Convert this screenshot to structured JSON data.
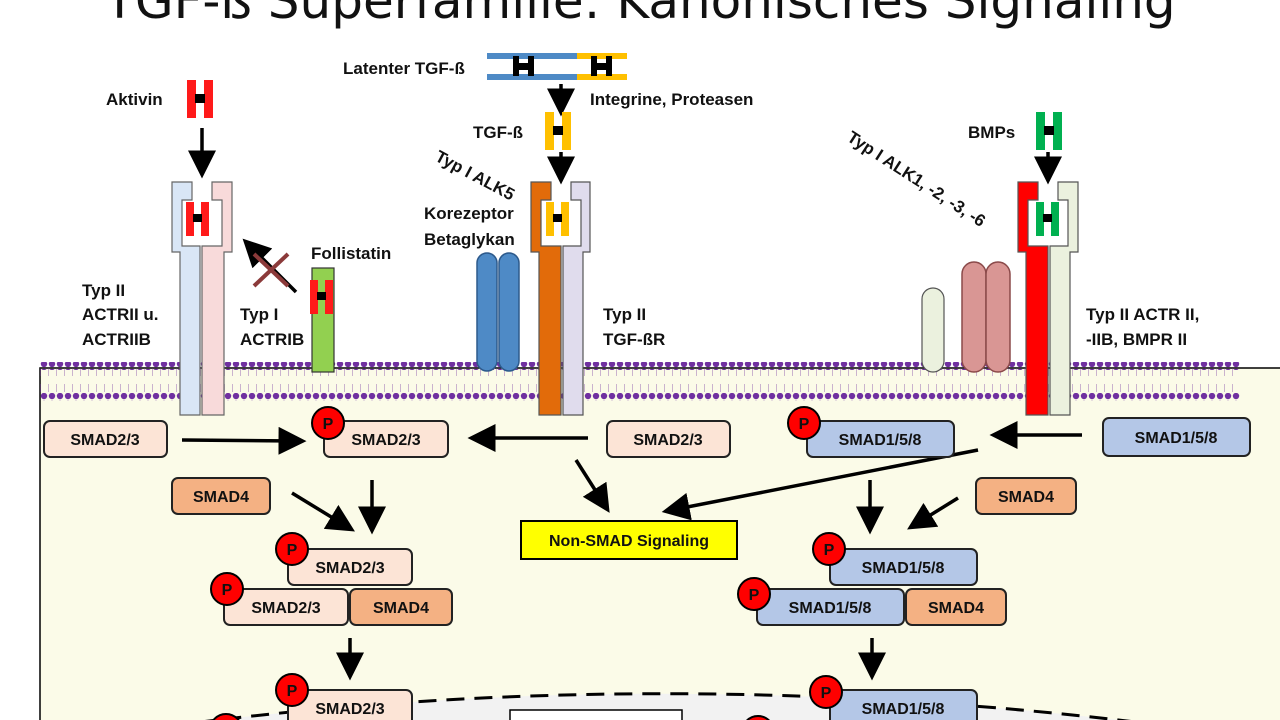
{
  "title": "TGF-ß Superfamilie: Kanonisches Signaling",
  "labels": {
    "latent_tgfb": "Latenter TGF-ß",
    "integrins": "Integrine, Proteasen",
    "tgfb": "TGF-ß",
    "activin": "Aktivin",
    "bmps": "BMPs",
    "follistatin": "Follistatin",
    "typ1_alk5": "Typ I ALK5",
    "typ1_alk_bmp": "Typ I ALK1, -2, -3, -6",
    "korezeptor": "Korezeptor",
    "betaglykan": "Betaglykan",
    "typ2_act_1": "Typ II",
    "typ2_act_2": "ACTRII u.",
    "typ2_act_3": "ACTRIIB",
    "typ1_act_1": "Typ I",
    "typ1_act_2": "ACTRIB",
    "typ2_tgf_1": "Typ II",
    "typ2_tgf_2": "TGF-ßR",
    "typ2_bmp_1": "Typ II ACTR II,",
    "typ2_bmp_2": "-IIB, BMPR II"
  },
  "smads": {
    "smad23": "SMAD2/3",
    "smad4": "SMAD4",
    "smad158": "SMAD1/5/8"
  },
  "phospho": "P",
  "non_smad": "Non-SMAD Signaling",
  "colors": {
    "activin": "#ff1a1a",
    "tgfb": "#ffc000",
    "bmp": "#00b050",
    "latent_blue": "#4e8ac6",
    "membrane": "#7030a0",
    "cytoplasm": "#fbfbe8",
    "smad23": "#fce4d6",
    "smad4": "#f4b183",
    "smad158": "#b4c7e7",
    "phospho": "#ff0000",
    "non_smad": "#ffff00"
  }
}
